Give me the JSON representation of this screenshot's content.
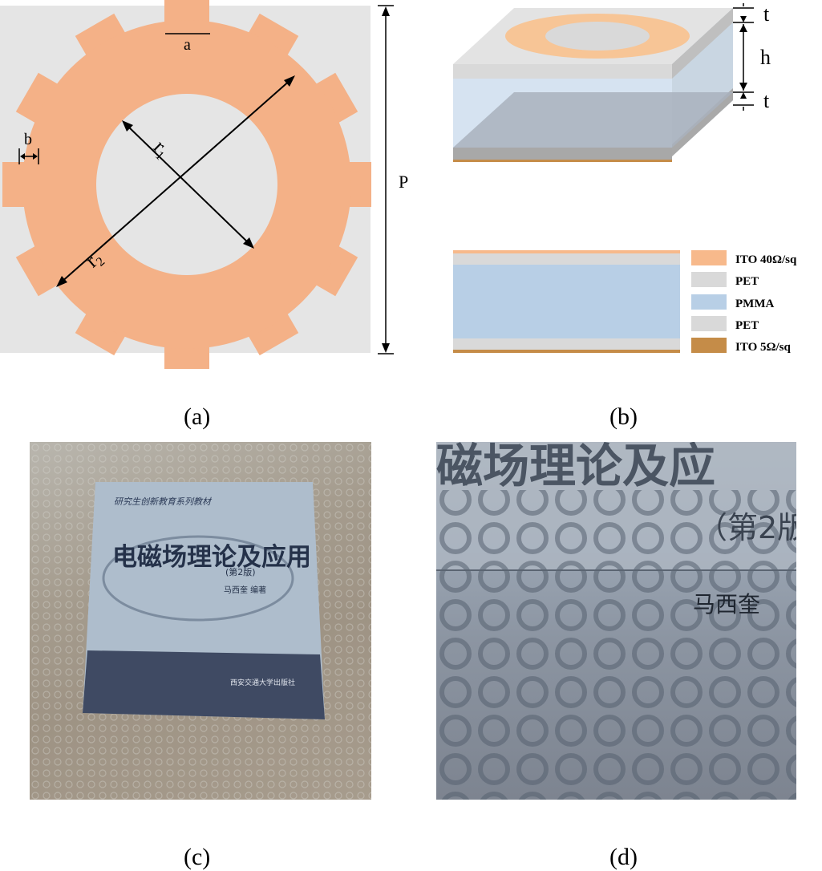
{
  "panel_a": {
    "labels": {
      "a": "a",
      "b": "b",
      "r1": "r",
      "r1_sub": "1",
      "r2": "r",
      "r2_sub": "2",
      "P": "P"
    },
    "colors": {
      "background": "#e5e5e5",
      "gear": "#f4b187"
    }
  },
  "panel_b": {
    "dimension_labels": {
      "t_top": "t",
      "h": "h",
      "t_bottom": "t"
    },
    "legend": [
      {
        "label": "ITO 40Ω/sq",
        "color": "#f7b98b"
      },
      {
        "label": "PET",
        "color": "#d9d9d9"
      },
      {
        "label": "PMMA",
        "color": "#b8cfe6"
      },
      {
        "label": "PET",
        "color": "#d9d9d9"
      },
      {
        "label": "ITO 5Ω/sq",
        "color": "#c58c48"
      }
    ]
  },
  "panel_c": {
    "book": {
      "series": "研究生创新教育系列教材",
      "title": "电磁场理论及应用",
      "edition": "(第2版)",
      "author": "马西奎 编著",
      "publisher": "西安交通大学出版社"
    }
  },
  "panel_d": {
    "text": {
      "title_fragment": "磁场理论及应",
      "edition_fragment": "（第2版",
      "author_fragment": "马西奎"
    }
  },
  "captions": {
    "a": "(a)",
    "b": "(b)",
    "c": "(c)",
    "d": "(d)"
  }
}
